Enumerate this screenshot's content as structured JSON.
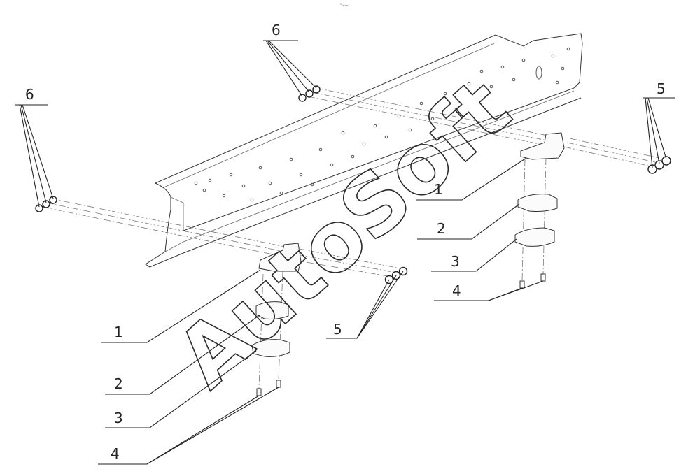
{
  "header": {
    "tiny_mark": "°¹₀ ₀₀₀"
  },
  "watermark": {
    "text": "AutoSoft"
  },
  "callouts": [
    {
      "id": "c1",
      "label": "1"
    },
    {
      "id": "c2a",
      "label": "2"
    },
    {
      "id": "c3a",
      "label": "3"
    },
    {
      "id": "c4a",
      "label": "4"
    },
    {
      "id": "c5a",
      "label": "5"
    },
    {
      "id": "c1b",
      "label": "1"
    },
    {
      "id": "c2b",
      "label": "2"
    },
    {
      "id": "c3b",
      "label": "3"
    },
    {
      "id": "c4b",
      "label": "4"
    },
    {
      "id": "c5b",
      "label": "5"
    },
    {
      "id": "c6a",
      "label": "6"
    },
    {
      "id": "c6b",
      "label": "6"
    }
  ],
  "colors": {
    "line": "#333333",
    "background": "#ffffff"
  }
}
